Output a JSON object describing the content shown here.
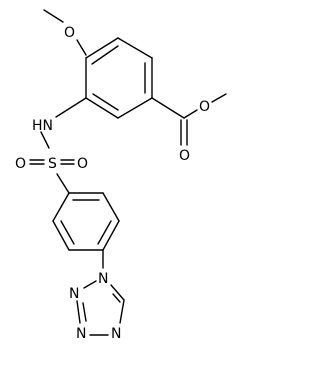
{
  "molecule": {
    "atom_labels": {
      "O_methoxy": "O",
      "NH": "HN",
      "S": "S",
      "O_sulfonyl_left": "O",
      "O_sulfonyl_right": "O",
      "O_ester_carbonyl": "O",
      "O_ester": "O",
      "N1": "N",
      "N2": "N",
      "N3": "N",
      "N4": "N"
    },
    "colors": {
      "bond": "#000000",
      "text": "#000000",
      "background": "#ffffff"
    }
  }
}
